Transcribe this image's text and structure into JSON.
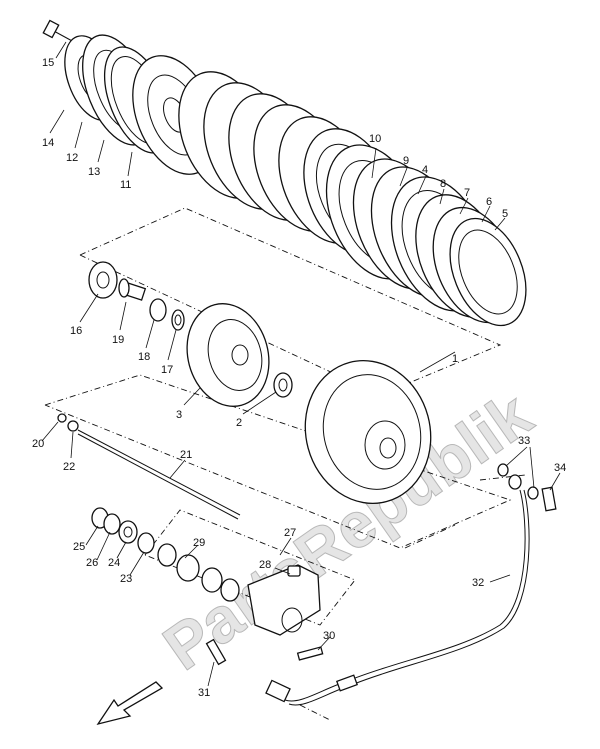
{
  "watermark": "PartsRepublik",
  "callouts": [
    {
      "id": "15",
      "label": "15"
    },
    {
      "id": "14",
      "label": "14"
    },
    {
      "id": "12",
      "label": "12"
    },
    {
      "id": "13",
      "label": "13"
    },
    {
      "id": "11",
      "label": "11"
    },
    {
      "id": "10",
      "label": "10"
    },
    {
      "id": "9",
      "label": "9"
    },
    {
      "id": "4",
      "label": "4"
    },
    {
      "id": "8",
      "label": "8"
    },
    {
      "id": "7",
      "label": "7"
    },
    {
      "id": "6",
      "label": "6"
    },
    {
      "id": "5",
      "label": "5"
    },
    {
      "id": "16",
      "label": "16"
    },
    {
      "id": "19",
      "label": "19"
    },
    {
      "id": "18",
      "label": "18"
    },
    {
      "id": "17",
      "label": "17"
    },
    {
      "id": "1",
      "label": "1"
    },
    {
      "id": "3",
      "label": "3"
    },
    {
      "id": "2",
      "label": "2"
    },
    {
      "id": "20",
      "label": "20"
    },
    {
      "id": "22",
      "label": "22"
    },
    {
      "id": "21",
      "label": "21"
    },
    {
      "id": "33",
      "label": "33"
    },
    {
      "id": "34",
      "label": "34"
    },
    {
      "id": "25",
      "label": "25"
    },
    {
      "id": "26",
      "label": "26"
    },
    {
      "id": "24",
      "label": "24"
    },
    {
      "id": "23",
      "label": "23"
    },
    {
      "id": "29",
      "label": "29"
    },
    {
      "id": "27",
      "label": "27"
    },
    {
      "id": "28",
      "label": "28"
    },
    {
      "id": "32",
      "label": "32"
    },
    {
      "id": "30",
      "label": "30"
    },
    {
      "id": "31",
      "label": "31"
    }
  ]
}
